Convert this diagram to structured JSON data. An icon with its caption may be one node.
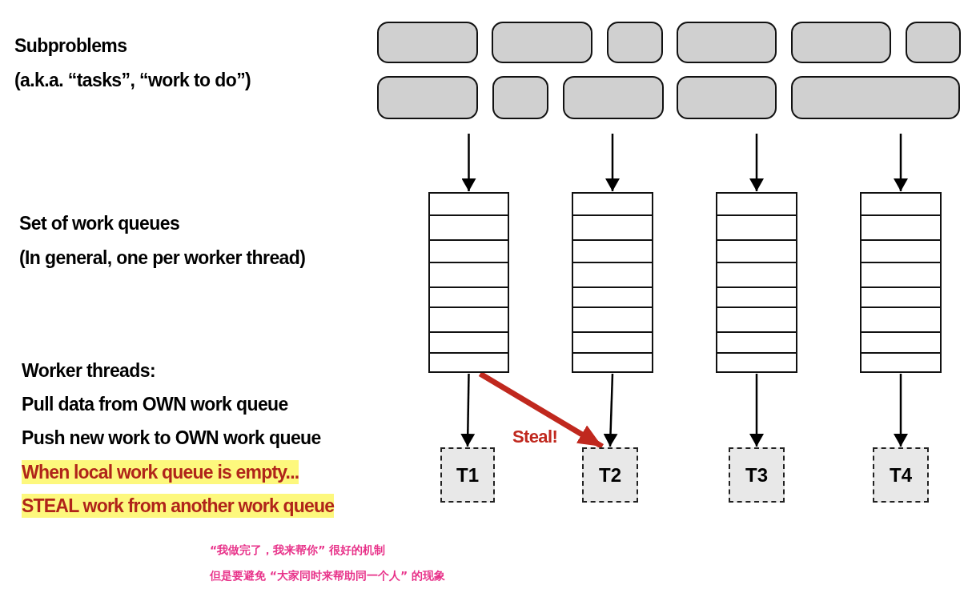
{
  "diagram": {
    "nodes": [
      {
        "text": [],
        "shape": "box"
      },
      {
        "text": [],
        "shape": "box"
      },
      {
        "text": [],
        "shape": "box"
      },
      {
        "text": [],
        "shape": "box"
      },
      {
        "text": [],
        "shape": "box"
      },
      {
        "text": [],
        "shape": "box"
      },
      {
        "text": [],
        "shape": "box"
      },
      {
        "text": [],
        "shape": "box"
      },
      {
        "text": [],
        "shape": "box"
      },
      {
        "text": [],
        "shape": "box"
      },
      {
        "text": [],
        "shape": "box"
      },
      {
        "text": [],
        "shape": "box"
      },
      {
        "text": [],
        "shape": "box"
      },
      {
        "text": [],
        "shape": "box"
      },
      {
        "text": [],
        "shape": "box"
      },
      {
        "text": [
          "T1"
        ]
      },
      {
        "text": [
          "T2"
        ]
      },
      {
        "text": [
          "T3"
        ]
      },
      {
        "text": [
          "T4"
        ]
      }
    ],
    "edges": [
      {
        "from": null,
        "to": 11,
        "arrow": "to"
      },
      {
        "from": null,
        "to": 12,
        "arrow": "to"
      },
      {
        "from": null,
        "to": 13,
        "arrow": "to"
      },
      {
        "from": null,
        "to": 14,
        "arrow": "to"
      },
      {
        "from": 11,
        "to": 15,
        "arrow": "to"
      },
      {
        "from": 12,
        "to": 16,
        "arrow": "to"
      },
      {
        "from": 13,
        "to": 17,
        "arrow": "to"
      },
      {
        "from": 14,
        "to": 18,
        "arrow": "to"
      },
      {
        "from": 11,
        "to": 16,
        "arrow": "to",
        "label": "Steal!",
        "style": "thick",
        "color": "#c0281e"
      }
    ],
    "labels": [
      "Subproblems",
      "(a.k.a. “tasks”, “work to do”)",
      "Set of work queues",
      "(In general, one per worker thread)",
      "Worker threads:",
      "Pull data from OWN work queue",
      "Push new work to OWN work queue",
      "When local work queue is empty...",
      "STEAL work from another work queue",
      "“我做完了，我来帮你” 很好的机制",
      "但是要避免 “大家同时来帮助同一个人” 的现象"
    ]
  }
}
